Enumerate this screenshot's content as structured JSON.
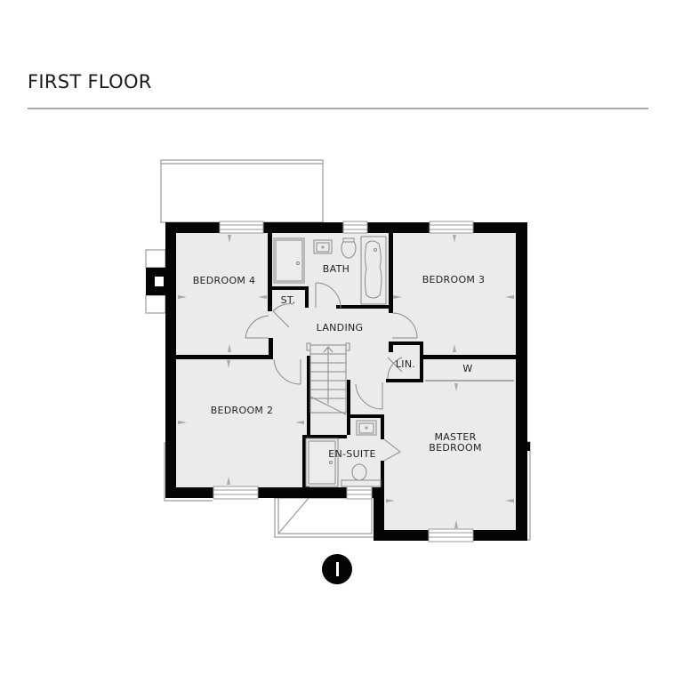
{
  "header": {
    "title": "FIRST FLOOR"
  },
  "colors": {
    "wall": "#050505",
    "room_fill": "#ebebeb",
    "outline": "#9a9a9a",
    "arrow": "#a9a9a9",
    "text": "#222222",
    "rule": "#a8a8a8"
  },
  "rooms": {
    "bedroom4": "BEDROOM 4",
    "bath": "BATH",
    "bedroom3": "BEDROOM 3",
    "store": "ST.",
    "landing": "LANDING",
    "linen": "LIN.",
    "wardrobe": "W",
    "bedroom2": "BEDROOM 2",
    "ensuite": "EN-SUITE",
    "master_line1": "MASTER",
    "master_line2": "BEDROOM"
  },
  "north_marker": {
    "icon": "north-arrow-icon"
  }
}
